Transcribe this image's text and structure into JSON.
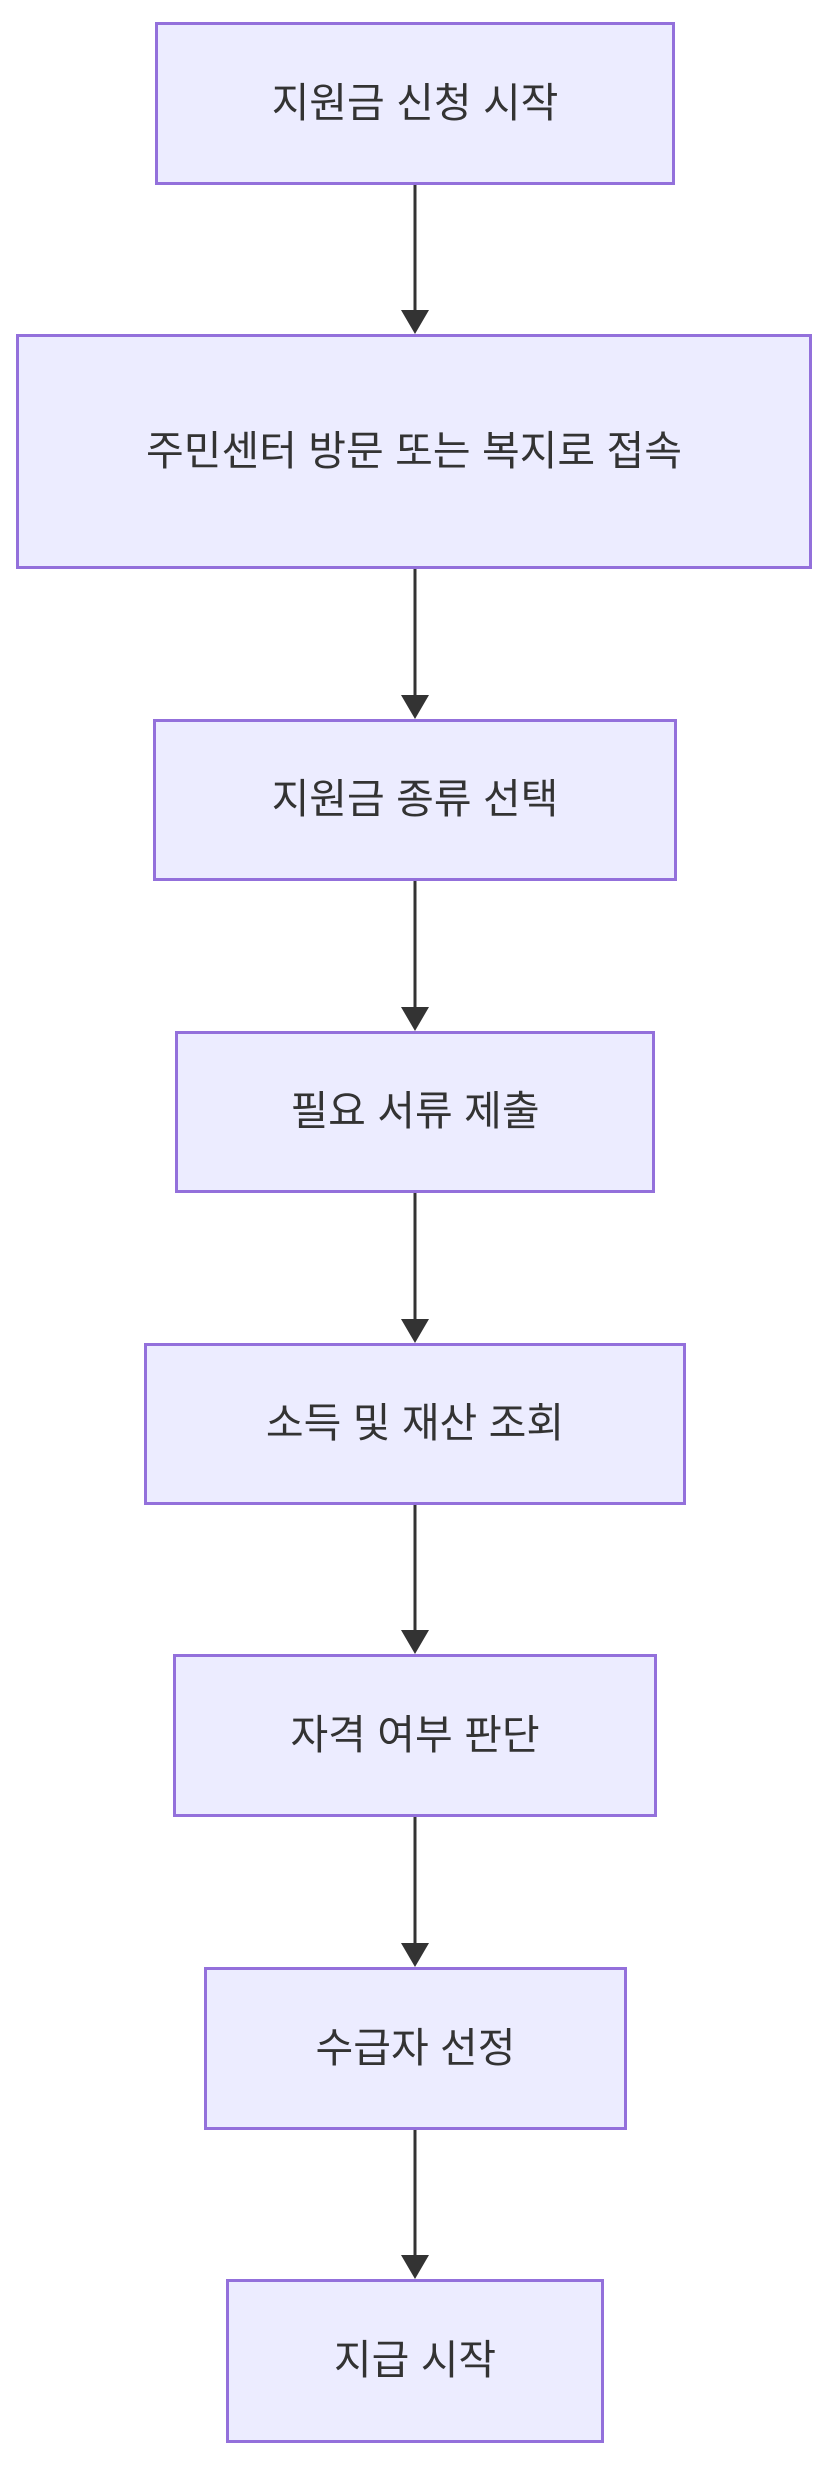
{
  "diagram": {
    "type": "flowchart",
    "direction": "top-down",
    "colors": {
      "background": "#FFFFFF",
      "node_fill": "#ECECFF",
      "node_border": "#9370DB",
      "node_text": "#333333",
      "arrow": "#333333"
    },
    "nodes": [
      {
        "id": "A",
        "label": "지원금 신청 시작"
      },
      {
        "id": "B",
        "label": "주민센터 방문 또는 복지로 접속"
      },
      {
        "id": "C",
        "label": "지원금 종류 선택"
      },
      {
        "id": "D",
        "label": "필요 서류 제출"
      },
      {
        "id": "E",
        "label": "소득 및 재산 조회"
      },
      {
        "id": "F",
        "label": "자격 여부 판단"
      },
      {
        "id": "G",
        "label": "수급자 선정"
      },
      {
        "id": "H",
        "label": "지급 시작"
      }
    ],
    "edges": [
      {
        "from": "A",
        "to": "B"
      },
      {
        "from": "B",
        "to": "C"
      },
      {
        "from": "C",
        "to": "D"
      },
      {
        "from": "D",
        "to": "E"
      },
      {
        "from": "E",
        "to": "F"
      },
      {
        "from": "F",
        "to": "G"
      },
      {
        "from": "G",
        "to": "H"
      }
    ]
  }
}
